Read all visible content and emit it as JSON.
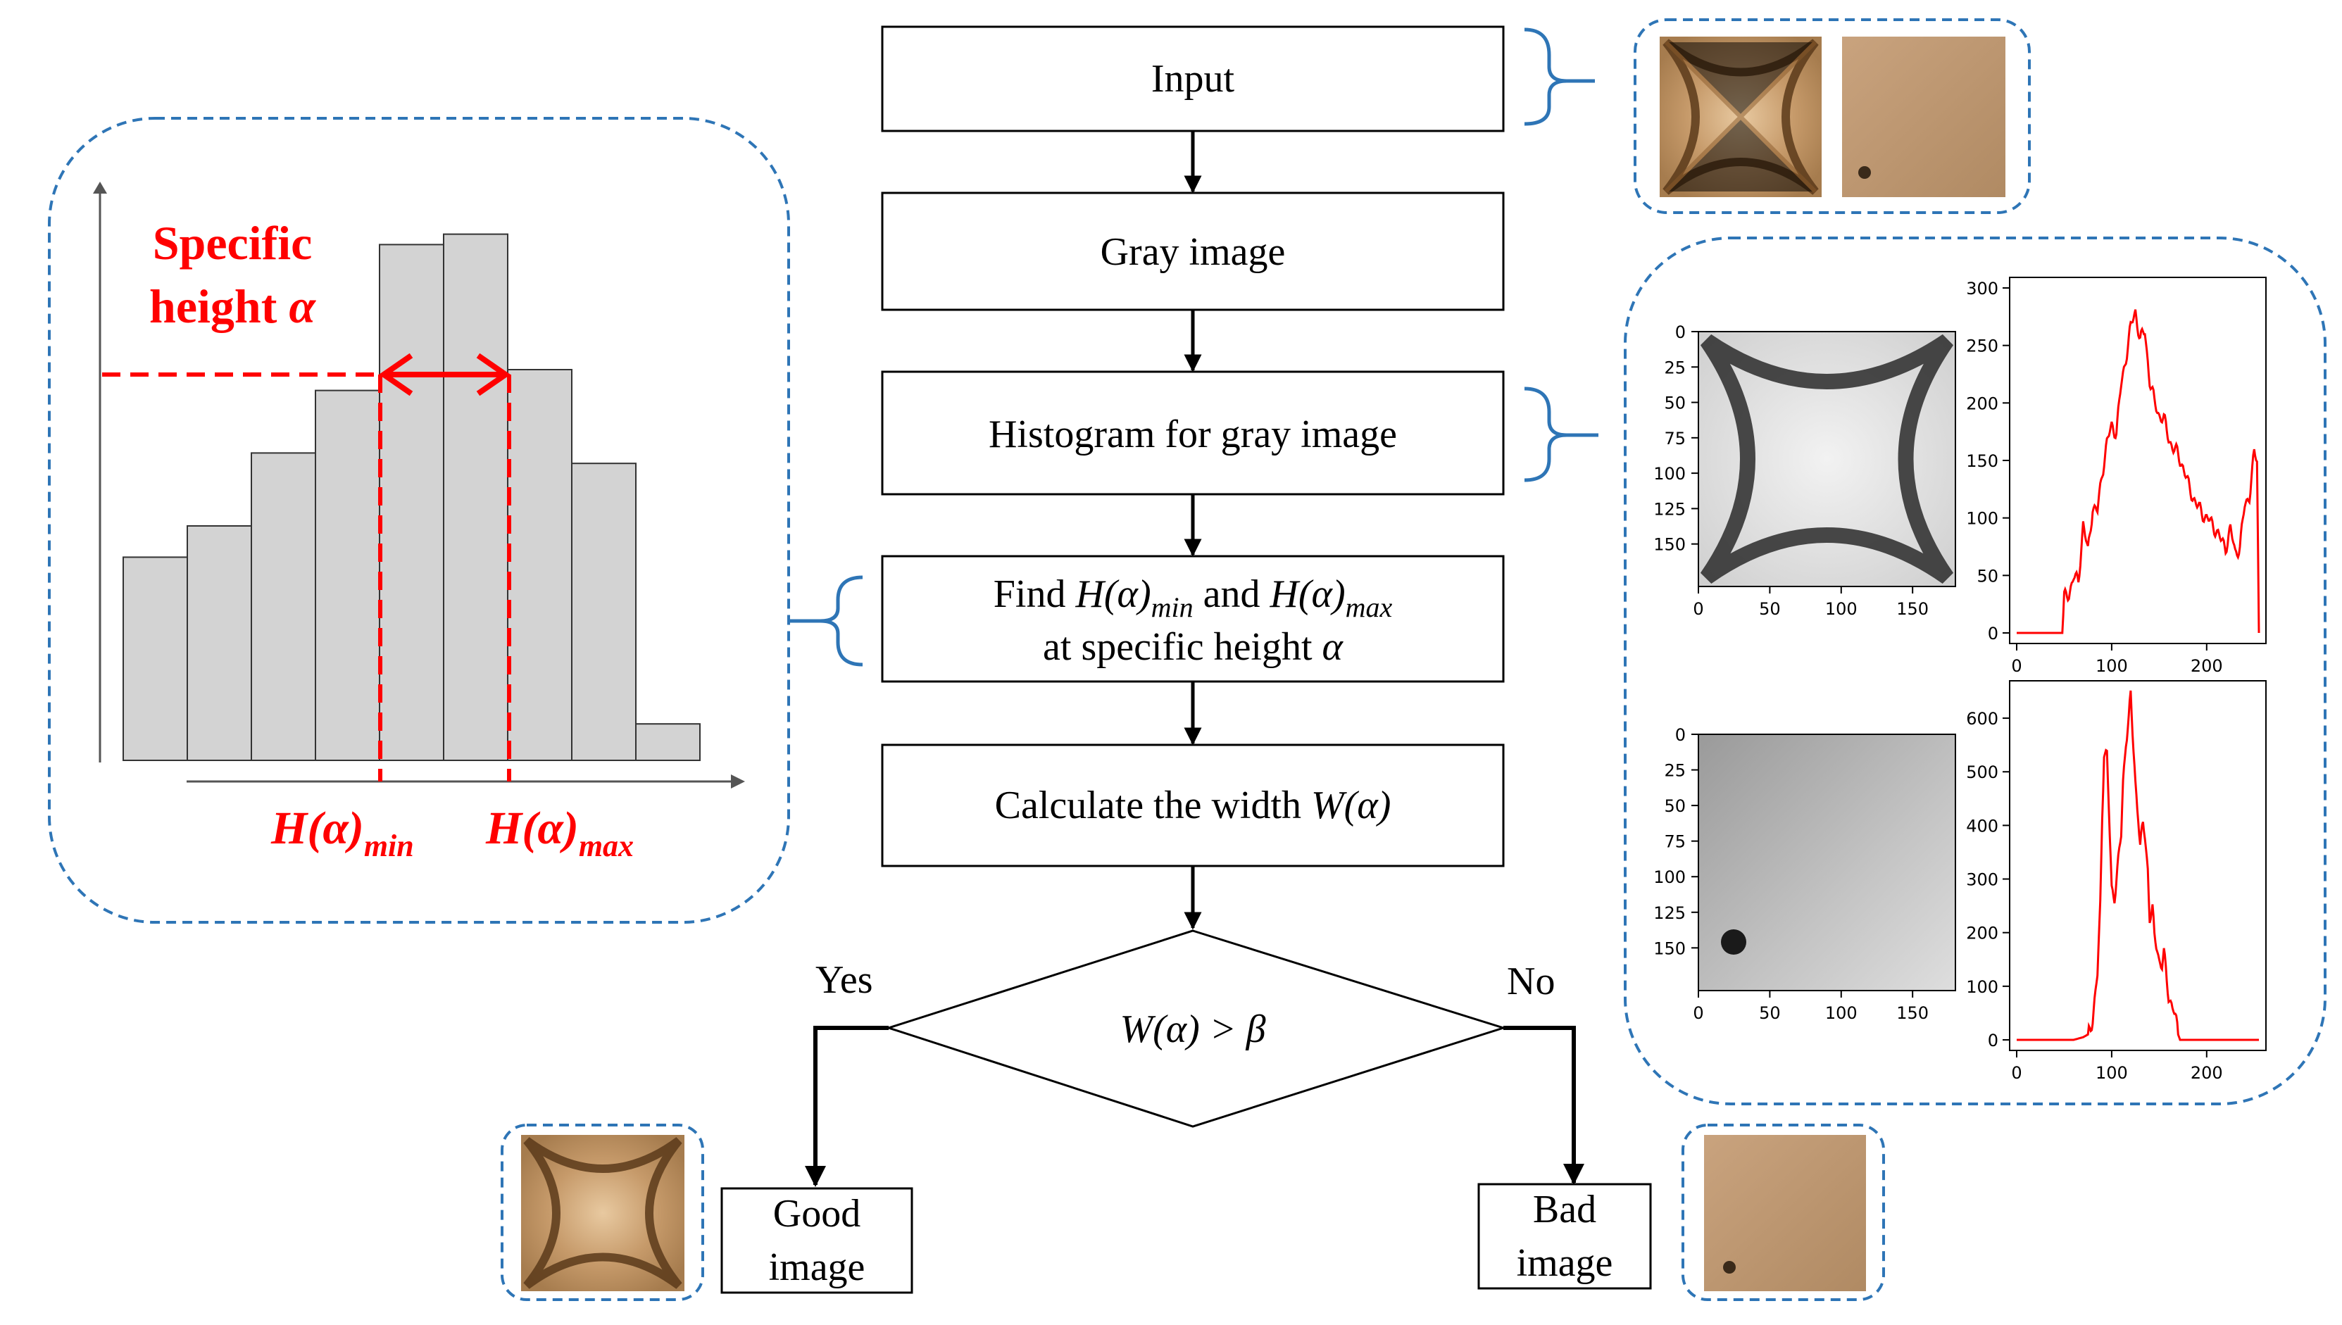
{
  "flow": {
    "input": "Input",
    "gray": "Gray image",
    "histogram": "Histogram for gray image",
    "find_pre": "Find ",
    "find_mid": " and ",
    "find_line2": "at specific height ",
    "calc_pre": "Calculate the width ",
    "decision": "W(α) > β",
    "yes": "Yes",
    "no": "No",
    "good": "Good image",
    "bad": "Bad image"
  },
  "math": {
    "h_alpha": "H(α)",
    "min_sub": "min",
    "max_sub": "max",
    "alpha": "α",
    "w_alpha": "W(α)"
  },
  "inset": {
    "specific_line1": "Specific",
    "specific_line2": "height ",
    "alpha": "α",
    "h": "H(α)",
    "min_sub": "min",
    "max_sub": "max",
    "red": "#ff0000",
    "bar_fill": "#d3d3d3",
    "bars": [
      39,
      45,
      59,
      71,
      99,
      101,
      75,
      57,
      7
    ]
  },
  "images": {
    "good_sample": "photo-good-indentation",
    "bad_sample": "photo-bad-indentation"
  },
  "plots": {
    "img_yticks": [
      "0",
      "25",
      "50",
      "75",
      "100",
      "125",
      "150"
    ],
    "img_xticks": [
      "0",
      "50",
      "100",
      "150"
    ],
    "line_color": "#ff0000",
    "hist_xticks": [
      "0",
      "100",
      "200"
    ],
    "top": {
      "hist_yticks": [
        "0",
        "50",
        "100",
        "150",
        "200",
        "250",
        "300"
      ],
      "ylim": [
        0,
        300
      ],
      "xlim": [
        0,
        255
      ]
    },
    "bottom": {
      "hist_yticks": [
        "0",
        "100",
        "200",
        "300",
        "400",
        "500",
        "600"
      ],
      "ylim": [
        0,
        650
      ],
      "xlim": [
        0,
        255
      ]
    }
  },
  "chart_data": [
    {
      "type": "line",
      "xlim": [
        0,
        255
      ],
      "ylim": [
        0,
        300
      ],
      "xticks": [
        0,
        100,
        200
      ],
      "yticks": [
        0,
        50,
        100,
        150,
        200,
        250,
        300
      ],
      "x": [
        0,
        48,
        50,
        55,
        60,
        65,
        70,
        75,
        80,
        85,
        90,
        95,
        100,
        105,
        110,
        115,
        120,
        125,
        130,
        135,
        140,
        145,
        150,
        155,
        160,
        165,
        170,
        175,
        180,
        185,
        190,
        195,
        200,
        205,
        210,
        215,
        220,
        225,
        230,
        235,
        240,
        245,
        250,
        253,
        255
      ],
      "y": [
        0,
        0,
        30,
        35,
        48,
        45,
        95,
        70,
        110,
        105,
        140,
        165,
        180,
        175,
        215,
        240,
        265,
        280,
        255,
        262,
        220,
        200,
        190,
        185,
        170,
        160,
        155,
        145,
        130,
        120,
        110,
        105,
        100,
        95,
        90,
        80,
        75,
        90,
        70,
        75,
        110,
        120,
        155,
        150,
        0
      ]
    },
    {
      "type": "line",
      "xlim": [
        0,
        255
      ],
      "ylim": [
        0,
        650
      ],
      "xticks": [
        0,
        100,
        200
      ],
      "yticks": [
        0,
        100,
        200,
        300,
        400,
        500,
        600
      ],
      "x": [
        0,
        60,
        70,
        75,
        80,
        85,
        88,
        90,
        92,
        95,
        98,
        100,
        103,
        105,
        108,
        110,
        112,
        115,
        118,
        120,
        122,
        125,
        128,
        130,
        133,
        135,
        138,
        140,
        143,
        145,
        148,
        150,
        153,
        155,
        158,
        160,
        163,
        165,
        168,
        170,
        172,
        180,
        255
      ],
      "y": [
        0,
        0,
        5,
        10,
        40,
        120,
        250,
        420,
        540,
        530,
        380,
        280,
        270,
        300,
        350,
        380,
        480,
        560,
        600,
        640,
        570,
        480,
        420,
        360,
        400,
        380,
        320,
        230,
        240,
        190,
        170,
        150,
        140,
        160,
        110,
        80,
        70,
        60,
        30,
        10,
        0,
        0,
        0
      ]
    }
  ]
}
